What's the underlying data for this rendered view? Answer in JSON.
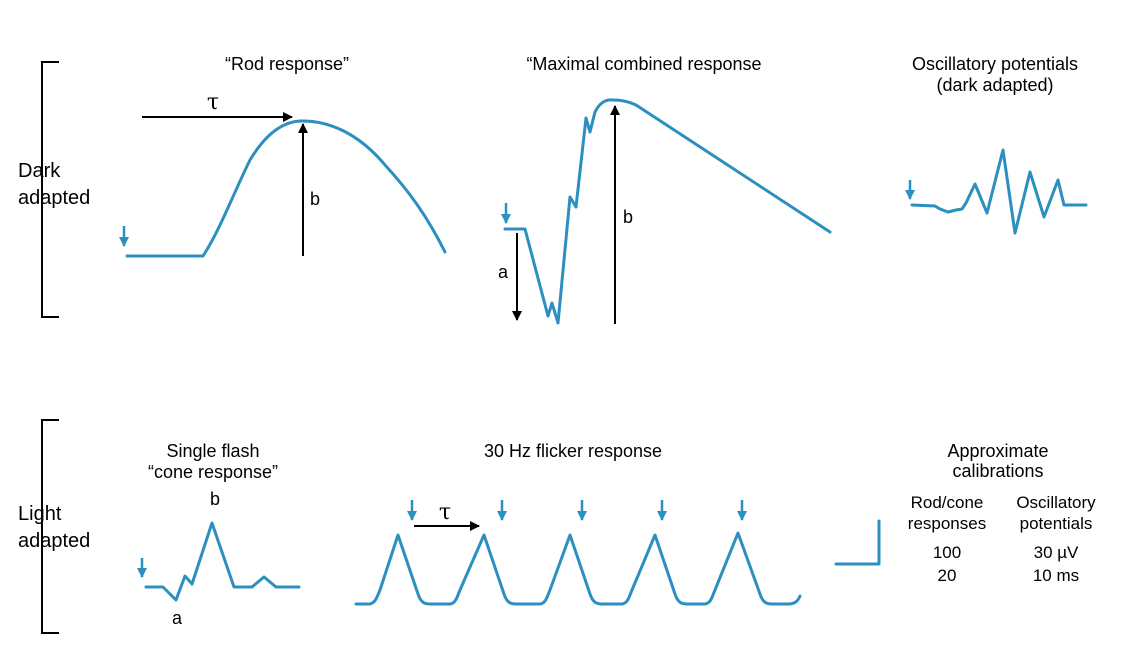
{
  "colors": {
    "waveform": "#2b8fc0",
    "annotation": "#000000"
  },
  "groups": {
    "dark": {
      "line1": "Dark",
      "line2": "adapted"
    },
    "light": {
      "line1": "Light",
      "line2": "adapted"
    }
  },
  "panels": {
    "rod": {
      "title": "“Rod response”",
      "tau": "τ",
      "b": "b"
    },
    "maximal": {
      "title": "“Maximal combined response",
      "a": "a",
      "b": "b"
    },
    "oscillatory": {
      "title_line1": "Oscillatory potentials",
      "title_line2": "(dark adapted)"
    },
    "cone": {
      "title_line1": "Single flash",
      "title_line2": "“cone response”",
      "a": "a",
      "b": "b"
    },
    "flicker": {
      "title": "30 Hz flicker response",
      "tau": "τ"
    }
  },
  "calibrations": {
    "title_line1": "Approximate",
    "title_line2": "calibrations",
    "col1_header_line1": "Rod/cone",
    "col1_header_line2": "responses",
    "col2_header_line1": "Oscillatory",
    "col2_header_line2": "potentials",
    "col1_values": [
      "100",
      "20"
    ],
    "col2_values": [
      "30 µV",
      "10 ms"
    ]
  }
}
